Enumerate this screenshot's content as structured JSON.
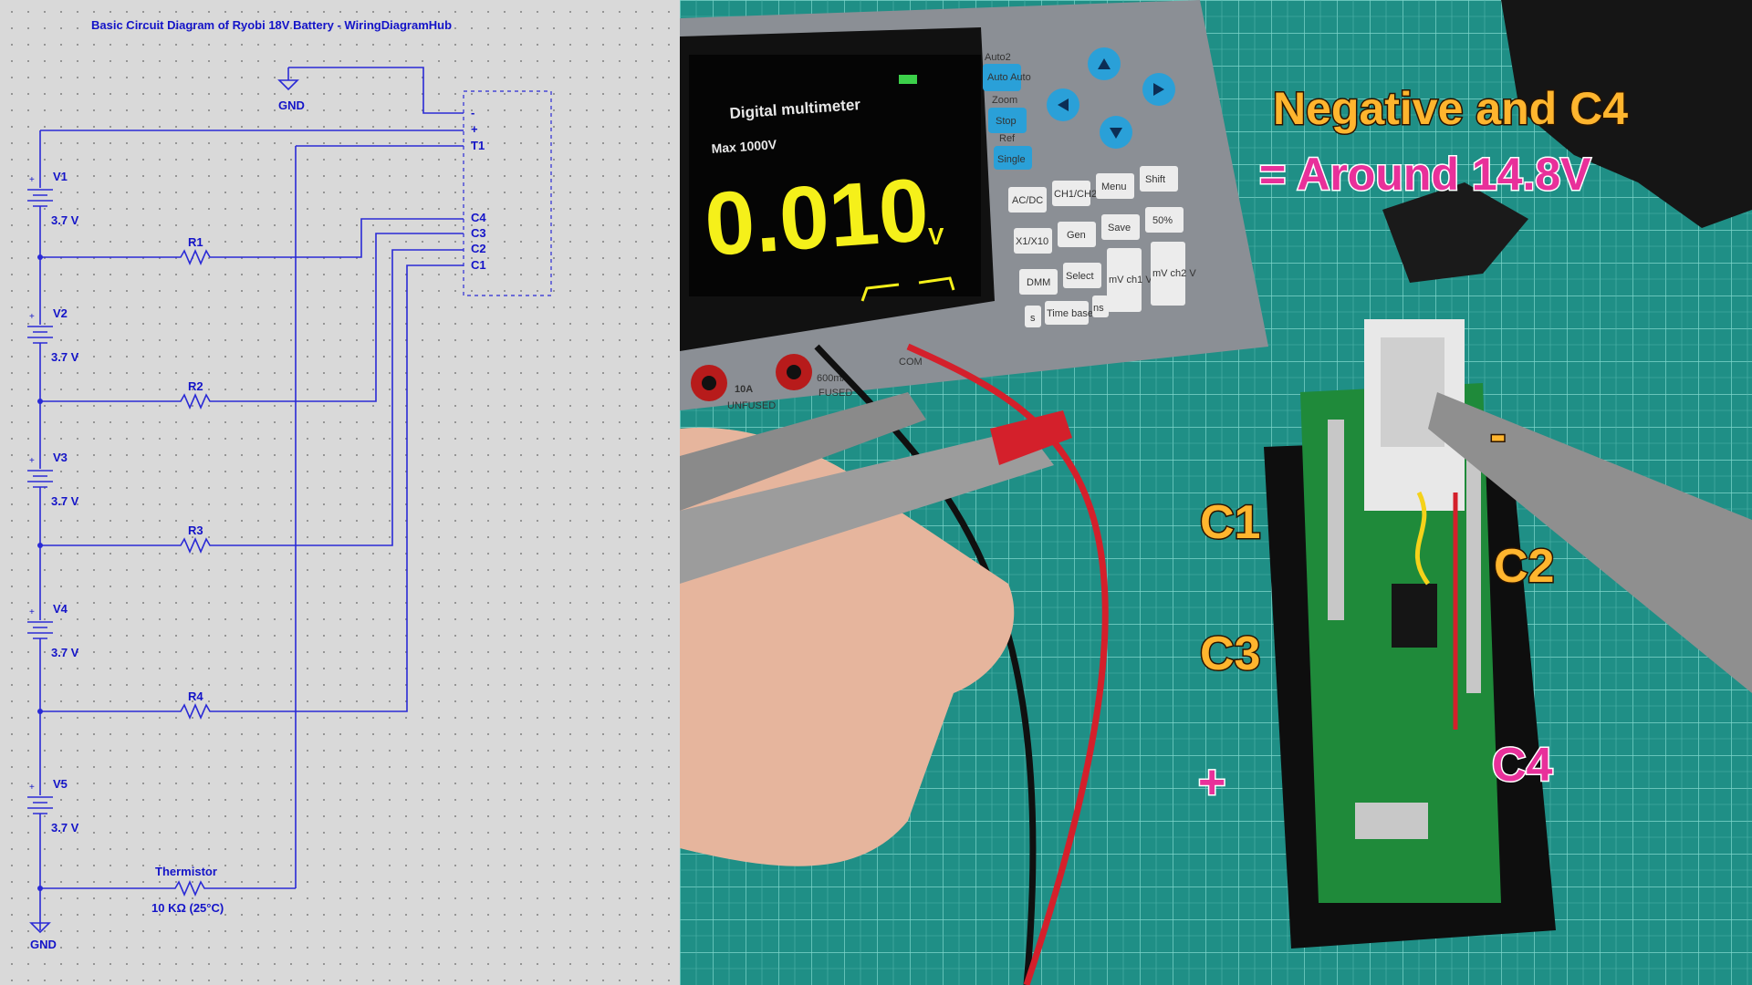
{
  "schematic": {
    "title": "Basic Circuit Diagram of Ryobi 18V Battery - WiringDiagramHub",
    "gnd_label": "GND",
    "connector_pins": [
      "-",
      "+",
      "T1",
      "C4",
      "C3",
      "C2",
      "C1"
    ],
    "cells": [
      {
        "name": "V1",
        "voltage": "3.7 V"
      },
      {
        "name": "V2",
        "voltage": "3.7 V"
      },
      {
        "name": "V3",
        "voltage": "3.7 V"
      },
      {
        "name": "V4",
        "voltage": "3.7 V"
      },
      {
        "name": "V5",
        "voltage": "3.7 V"
      }
    ],
    "resistors": [
      "R1",
      "R2",
      "R3",
      "R4"
    ],
    "thermistor": {
      "name": "Thermistor",
      "value": "10 KΩ (25°C)"
    },
    "bottom_gnd_label": "GND"
  },
  "photo": {
    "multimeter": {
      "screen_title": "Digital multimeter",
      "range_label": "Max 1000V",
      "reading": "0.010",
      "unit": "V",
      "side_buttons": [
        "Auto Auto",
        "Stop",
        "Single"
      ],
      "side_button_captions": [
        "Auto2",
        "Zoom",
        "Ref"
      ],
      "keypad": [
        [
          "AC/DC",
          "CH1/CH2",
          "Menu",
          "Shift"
        ],
        [
          "X1/X10",
          "Gen",
          "Save",
          "50%"
        ],
        [
          "DMM",
          "Select",
          "mV ch1 V",
          "mV ch2 V"
        ],
        [
          "s",
          "Time base",
          "ns"
        ]
      ],
      "jack_labels": [
        "10A",
        "UNFUSED",
        "600mA",
        "FUSED",
        "COM"
      ]
    },
    "overlay": {
      "headline_line1": "Negative and C4",
      "headline_line2": "= Around 14.8V",
      "labels": [
        "C1",
        "C2",
        "C3",
        "C4",
        "+",
        "-"
      ]
    },
    "colors": {
      "mat": "#1f8f86",
      "pcb": "#1f8a3a",
      "probe_red": "#d4202b",
      "lcd_text": "#f5f01a"
    }
  }
}
